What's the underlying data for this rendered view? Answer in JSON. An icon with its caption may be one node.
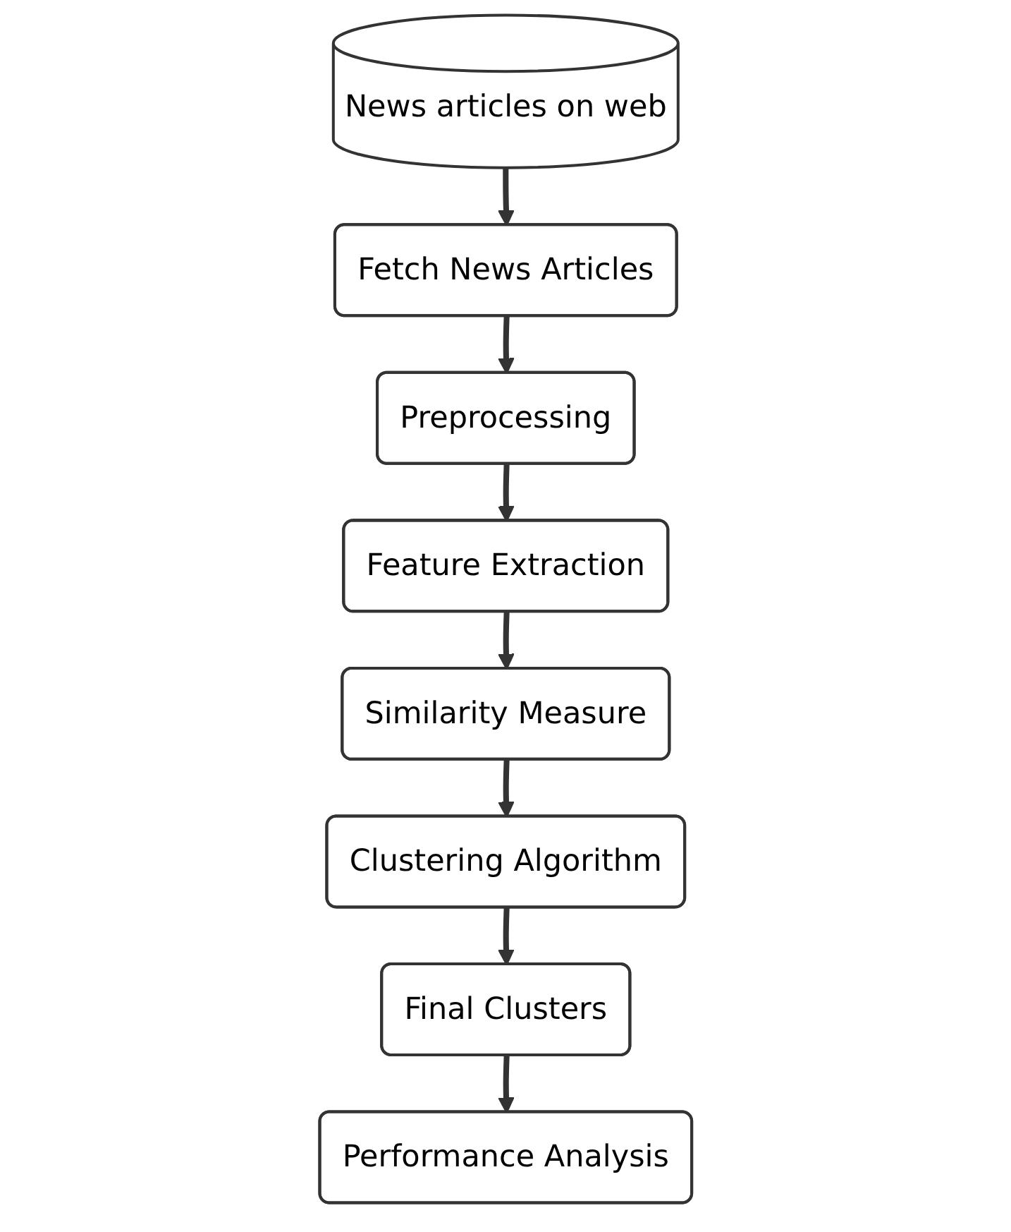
{
  "diagram": {
    "nodes": [
      {
        "text": [
          "News articles on web"
        ]
      },
      {
        "text": [
          "Fetch News Articles"
        ]
      },
      {
        "text": [
          "Preprocessing"
        ]
      },
      {
        "text": [
          "Feature Extraction"
        ]
      },
      {
        "text": [
          "Similarity Measure"
        ]
      },
      {
        "text": [
          "Clustering Algorithm"
        ]
      },
      {
        "text": [
          "Final Clusters"
        ]
      },
      {
        "text": [
          "Performance Analysis"
        ]
      }
    ],
    "edges": [
      {
        "from": 0,
        "to": 1,
        "arrow": "to"
      },
      {
        "from": 1,
        "to": 2,
        "arrow": "to"
      },
      {
        "from": 2,
        "to": 3,
        "arrow": "to"
      },
      {
        "from": 3,
        "to": 4,
        "arrow": "to"
      },
      {
        "from": 4,
        "to": 5,
        "arrow": "to"
      },
      {
        "from": 5,
        "to": 6,
        "arrow": "to"
      },
      {
        "from": 6,
        "to": 7,
        "arrow": "to"
      }
    ]
  }
}
